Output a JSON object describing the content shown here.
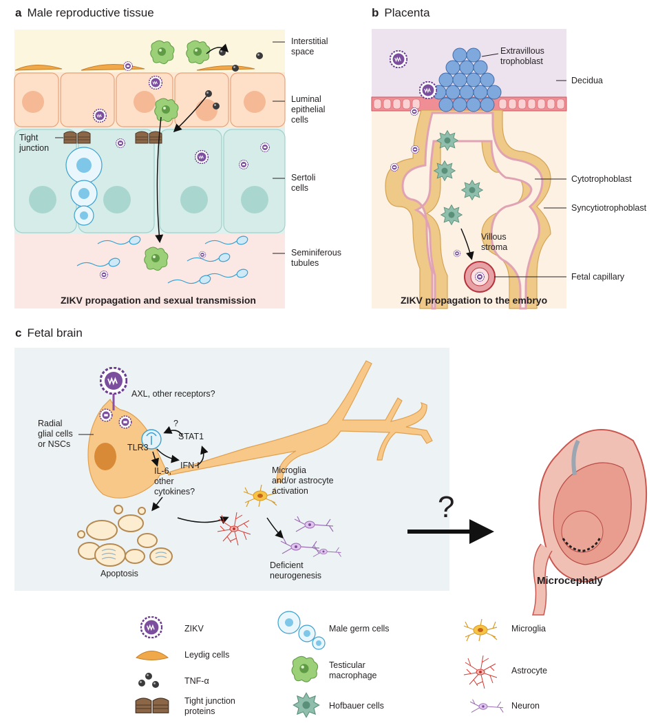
{
  "panel_a": {
    "letter": "a",
    "title": "Male reproductive tissue",
    "labels": {
      "interstitial_space": "Interstitial\nspace",
      "luminal_epithelial": "Luminal\nepithelial\ncells",
      "tight_junction": "Tight\njunction",
      "sertoli": "Sertoli\ncells",
      "seminiferous": "Seminiferous\ntubules"
    },
    "caption": "ZIKV propagation and sexual transmission"
  },
  "panel_b": {
    "letter": "b",
    "title": "Placenta",
    "labels": {
      "extravillous": "Extravillous\ntrophoblast",
      "decidua": "Decidua",
      "cytotrophoblast": "Cytotrophoblast",
      "syncytiotrophoblast": "Syncytiotrophoblast",
      "villous_stroma": "Villous\nstroma",
      "fetal_capillary": "Fetal capillary"
    },
    "caption": "ZIKV propagation to the embryo"
  },
  "panel_c": {
    "letter": "c",
    "title": "Fetal brain",
    "labels": {
      "axl": "AXL, other receptors?",
      "radial_glial": "Radial\nglial cells\nor NSCs",
      "question_small": "?",
      "stat1": "STAT1",
      "tlr3": "TLR3",
      "ifn": "IFN-I",
      "il6": "IL-6,\nother\ncytokines?",
      "microglia_activation": "Microglia\nand/or astrocyte\nactivation",
      "apoptosis": "Apoptosis",
      "deficient": "Deficient\nneurogenesis"
    },
    "big_question": "?",
    "microcephaly": "Microcephaly"
  },
  "legend": {
    "items": [
      {
        "label": "ZIKV",
        "icon": "zikv-icon"
      },
      {
        "label": "Leydig cells",
        "icon": "leydig-cell-icon"
      },
      {
        "label": "TNF-α",
        "icon": "tnf-alpha-icon"
      },
      {
        "label": "Tight junction\nproteins",
        "icon": "tight-junction-icon"
      },
      {
        "label": "Male germ cells",
        "icon": "germ-cell-icon"
      },
      {
        "label": "Testicular\nmacrophage",
        "icon": "testicular-macrophage-icon"
      },
      {
        "label": "Hofbauer cells",
        "icon": "hofbauer-cell-icon"
      },
      {
        "label": "Microglia",
        "icon": "microglia-icon"
      },
      {
        "label": "Astrocyte",
        "icon": "astrocyte-icon"
      },
      {
        "label": "Neuron",
        "icon": "neuron-icon"
      }
    ]
  },
  "colors": {
    "virus": "#6a3d8f",
    "leydig": "#f0a94a",
    "macrophage": "#8ec56a",
    "germ": "#bfe4f3",
    "sertoli": "#d5ece9",
    "placenta_cell": "#efc987",
    "decidua": "#ece3ef",
    "neuron_glia": "#f8c889",
    "brain_bg": "#edf3f4"
  }
}
